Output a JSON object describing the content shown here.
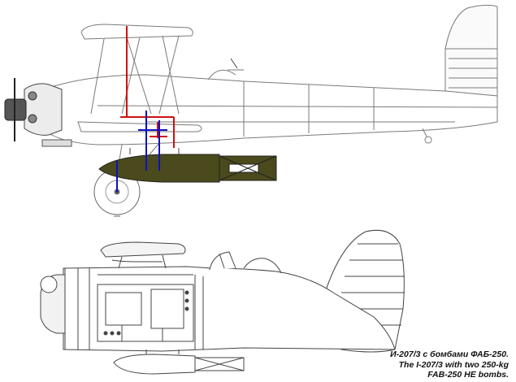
{
  "caption": {
    "line_ru": "И-207/3 с бомбами ФАБ-250.",
    "line_en_1": "The I-207/3 with two 250-kg",
    "line_en_2": "FAB-250 HE bombs."
  },
  "colors": {
    "outline": "#7a7a7a",
    "dark": "#2a2a2a",
    "bomb_fill": "#4a4a1c",
    "red_marker": "#d01010",
    "blue_marker": "#1010c0"
  }
}
